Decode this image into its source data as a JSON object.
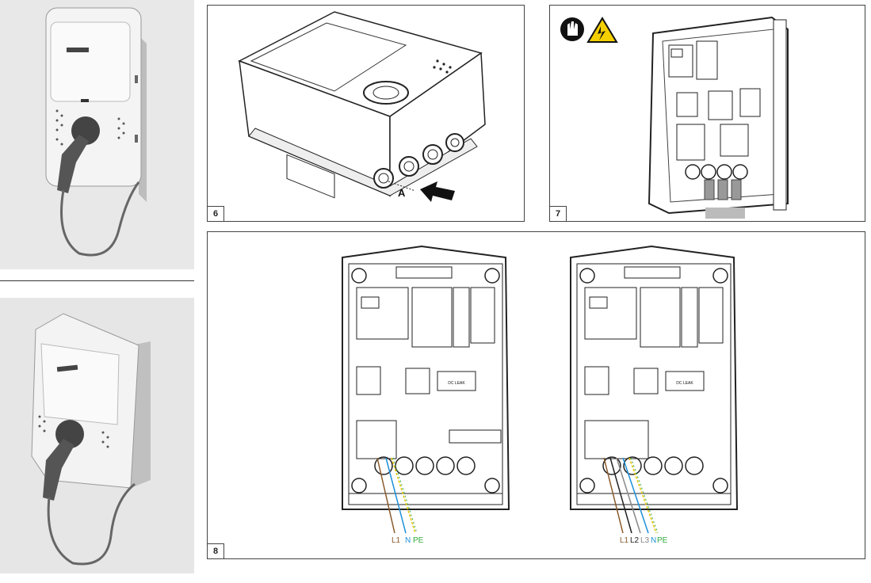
{
  "figures": {
    "fig6": {
      "number": "6",
      "arrow_label": "A"
    },
    "fig7": {
      "number": "7",
      "warning_icons": [
        "gloves-required-icon",
        "electric-shock-warning-icon"
      ]
    },
    "fig8": {
      "number": "8",
      "left_board": {
        "module_label": "DC LEAK",
        "wires": [
          "L1",
          "N",
          "PE"
        ]
      },
      "right_board": {
        "module_label": "DC LEAK",
        "wires": [
          "L1",
          "L2",
          "L3",
          "N",
          "PE"
        ]
      }
    }
  },
  "colors": {
    "wire_brown": "#8b5a2b",
    "wire_blue": "#1e90d8",
    "wire_grey": "#888888",
    "wire_black": "#222222",
    "wire_pe_green": "#2eaa3a",
    "wire_pe_yellow": "#e8c400",
    "warning_yellow": "#f5d000"
  }
}
